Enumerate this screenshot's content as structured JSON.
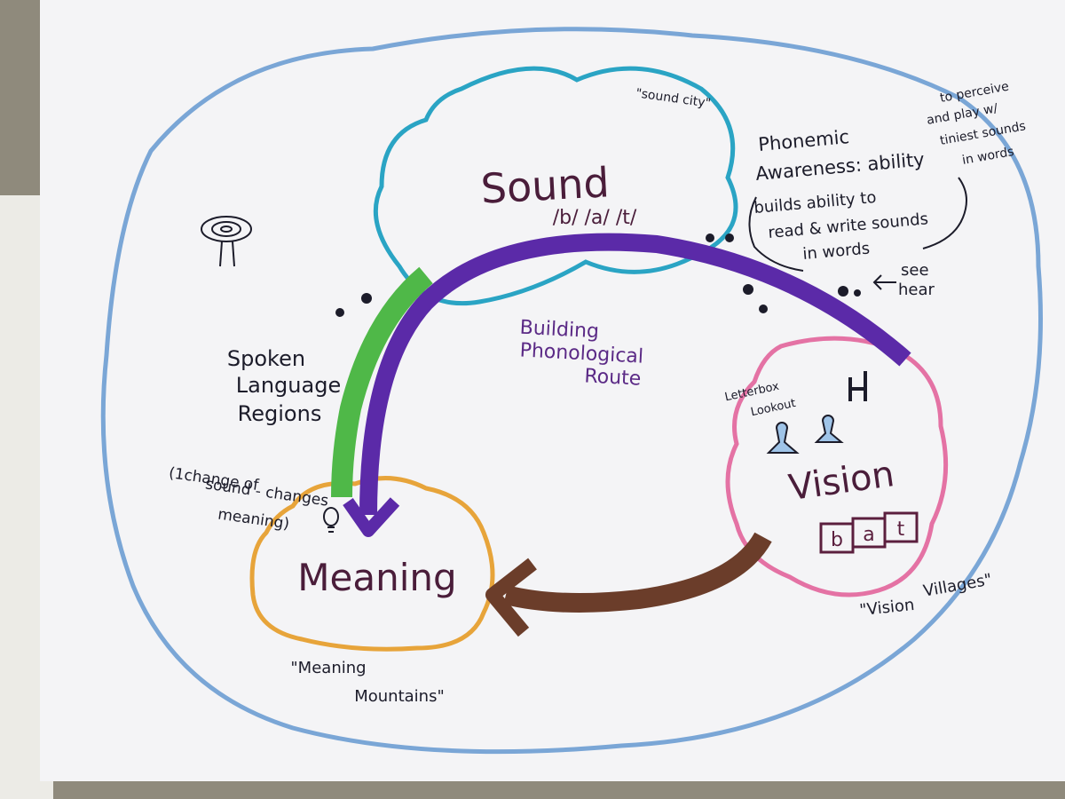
{
  "regions": {
    "sound": {
      "title": "Sound",
      "phonemes": "/b/ /a/ /t/",
      "nickname": "\"sound city\""
    },
    "meaning": {
      "title": "Meaning",
      "nickname_line1": "\"Meaning",
      "nickname_line2": "Mountains\""
    },
    "vision": {
      "title": "Vision",
      "letters": [
        "b",
        "a",
        "t"
      ],
      "nickname_line1": "\"Vision",
      "nickname_line2": "Villages\"",
      "lookout_line1": "Letterbox",
      "lookout_line2": "Lookout"
    }
  },
  "labels": {
    "spoken_line1": "Spoken",
    "spoken_line2": "Language",
    "spoken_line3": "Regions",
    "change_line1": "(1change of",
    "change_line2": "sound - changes",
    "change_line3": "meaning)",
    "route_line1": "Building",
    "route_line2": "Phonological",
    "route_line3": "Route",
    "see": "see",
    "hear": "hear",
    "pa_line1": "Phonemic",
    "pa_line2": "Awareness: ability",
    "pa_side1": "to perceive",
    "pa_side2": "and play w/",
    "pa_side3": "tiniest sounds",
    "pa_side4": "in words",
    "builds_line1": "builds ability to",
    "builds_line2": "read & write sounds",
    "builds_line3": "in words"
  },
  "colors": {
    "outer_cloud": "#7aa6d6",
    "sound_cloud": "#2aa4c4",
    "meaning_cloud": "#e7a43a",
    "vision_cloud": "#e472a4",
    "phonological_arrow": "#5b2aa8",
    "spoken_band": "#4fb848",
    "orthographic_arrow": "#6b3d2a"
  }
}
